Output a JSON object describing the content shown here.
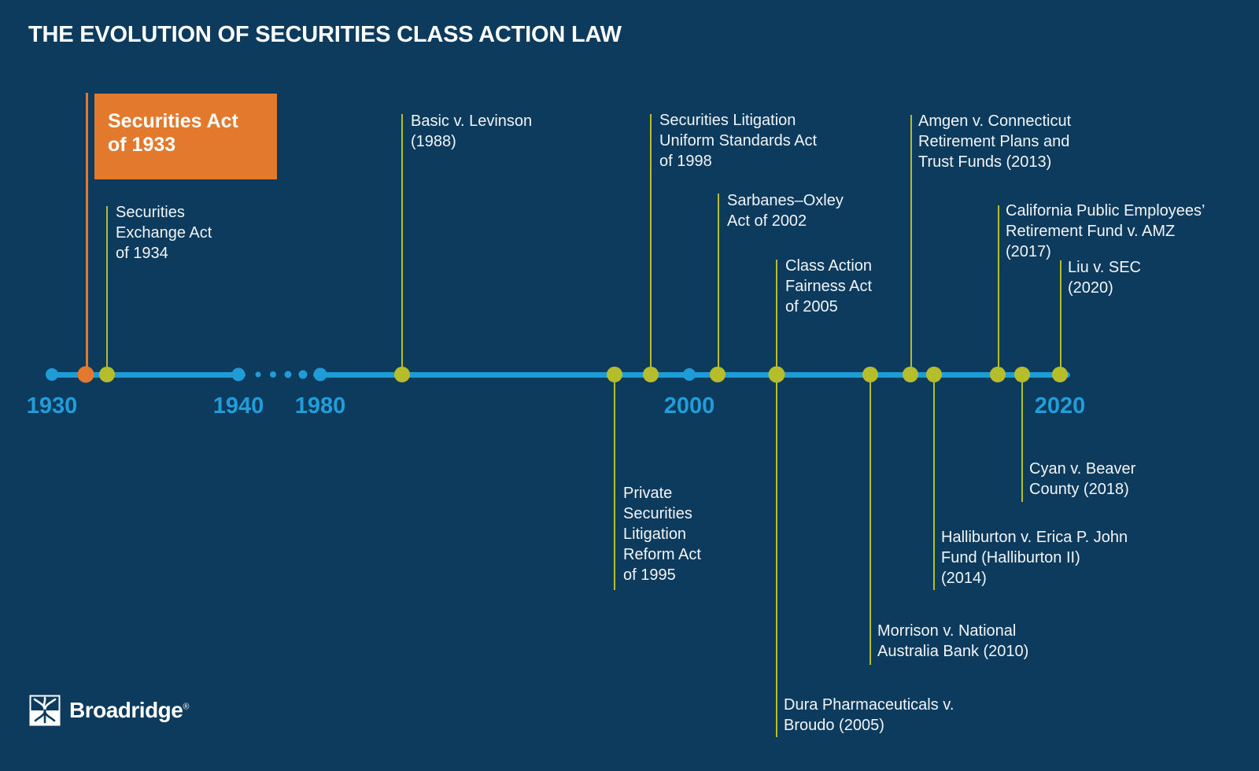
{
  "title": "THE EVOLUTION OF SECURITIES CLASS ACTION LAW",
  "colors": {
    "background": "#0d3b5e",
    "timeline_blue": "#1f9cd8",
    "event_olive": "#b5bd2a",
    "highlight_orange": "#e2792c",
    "text_white": "#ffffff"
  },
  "timeline": {
    "year_labels": [
      "1930",
      "1940",
      "1980",
      "2000",
      "2020"
    ],
    "events": [
      {
        "year": 1933,
        "side": "above",
        "marker": "orange",
        "highlight": true,
        "label": "Securities Act\nof 1933"
      },
      {
        "year": 1934,
        "side": "above",
        "marker": "olive",
        "highlight": false,
        "label": "Securities\nExchange Act\nof 1934"
      },
      {
        "year": 1988,
        "side": "above",
        "marker": "olive",
        "highlight": false,
        "label": "Basic v. Levinson\n(1988)"
      },
      {
        "year": 1995,
        "side": "below",
        "marker": "olive",
        "highlight": false,
        "label": "Private\nSecurities\nLitigation\nReform Act\nof 1995"
      },
      {
        "year": 1998,
        "side": "above",
        "marker": "olive",
        "highlight": false,
        "label": "Securities Litigation\nUniform Standards Act\nof 1998"
      },
      {
        "year": 2002,
        "side": "above",
        "marker": "olive",
        "highlight": false,
        "label": "Sarbanes–Oxley\nAct of 2002"
      },
      {
        "year": 2005,
        "side": "above",
        "marker": "olive",
        "highlight": false,
        "label": "Class Action\nFairness Act\nof 2005"
      },
      {
        "year": 2005,
        "side": "below",
        "marker": "olive",
        "highlight": false,
        "label": "Dura Pharmaceuticals v.\nBroudo (2005)"
      },
      {
        "year": 2010,
        "side": "below",
        "marker": "olive",
        "highlight": false,
        "label": "Morrison v. National\nAustralia Bank (2010)"
      },
      {
        "year": 2013,
        "side": "above",
        "marker": "olive",
        "highlight": false,
        "label": "Amgen v. Connecticut\nRetirement Plans and\nTrust Funds (2013)"
      },
      {
        "year": 2014,
        "side": "below",
        "marker": "olive",
        "highlight": false,
        "label": "Halliburton v. Erica P. John\nFund (Halliburton II)\n(2014)"
      },
      {
        "year": 2017,
        "side": "above",
        "marker": "olive",
        "highlight": false,
        "label": "California Public Employees’\nRetirement Fund v. AMZ\n(2017)"
      },
      {
        "year": 2018,
        "side": "below",
        "marker": "olive",
        "highlight": false,
        "label": "Cyan v. Beaver\nCounty (2018)"
      },
      {
        "year": 2020,
        "side": "above",
        "marker": "olive",
        "highlight": false,
        "label": "Liu v. SEC\n(2020)"
      }
    ]
  },
  "brand": {
    "name": "Broadridge",
    "registered_mark": "®"
  }
}
